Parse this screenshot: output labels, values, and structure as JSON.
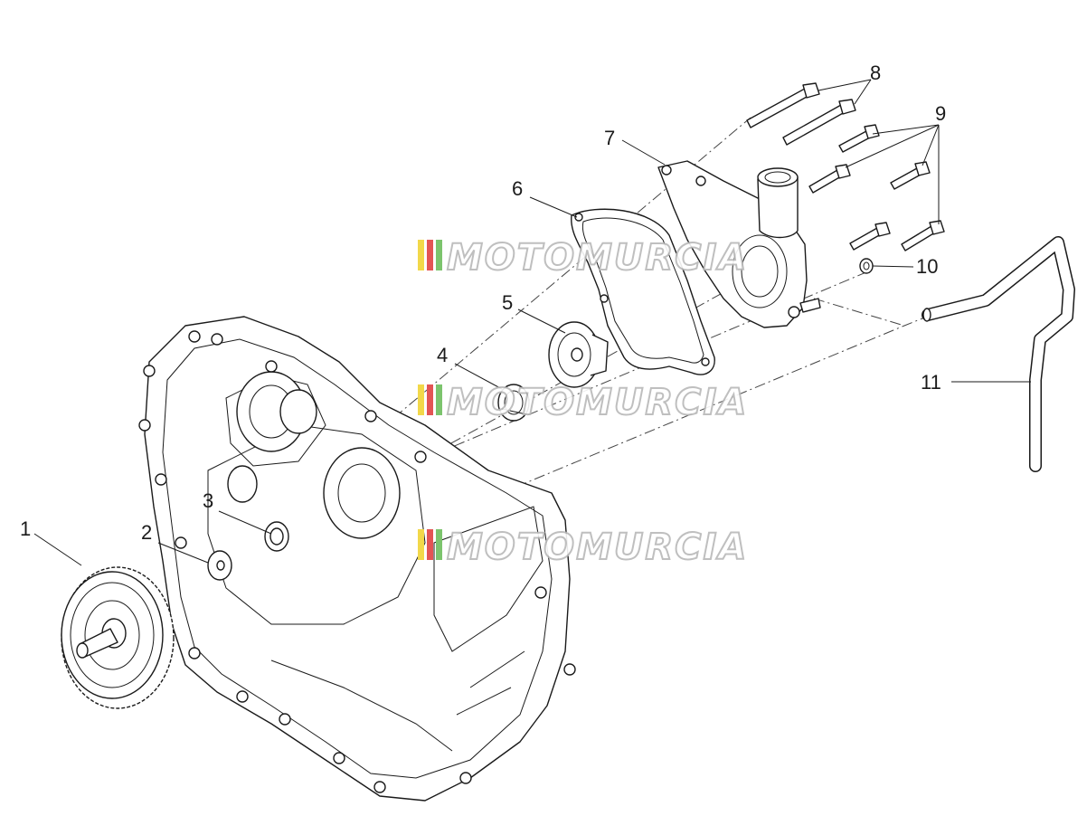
{
  "diagram": {
    "callouts": [
      {
        "id": "1",
        "label": "1"
      },
      {
        "id": "2",
        "label": "2"
      },
      {
        "id": "3",
        "label": "3"
      },
      {
        "id": "4",
        "label": "4"
      },
      {
        "id": "5",
        "label": "5"
      },
      {
        "id": "6",
        "label": "6"
      },
      {
        "id": "7",
        "label": "7"
      },
      {
        "id": "8",
        "label": "8"
      },
      {
        "id": "9",
        "label": "9"
      },
      {
        "id": "10",
        "label": "10"
      },
      {
        "id": "11",
        "label": "11"
      }
    ],
    "watermark": {
      "text": "MOTOMURCIA",
      "stripe_colors": [
        "#f2d84a",
        "#e35454",
        "#7cc46d"
      ]
    },
    "colors": {
      "line": "#1a1a1a",
      "background": "#ffffff"
    }
  }
}
